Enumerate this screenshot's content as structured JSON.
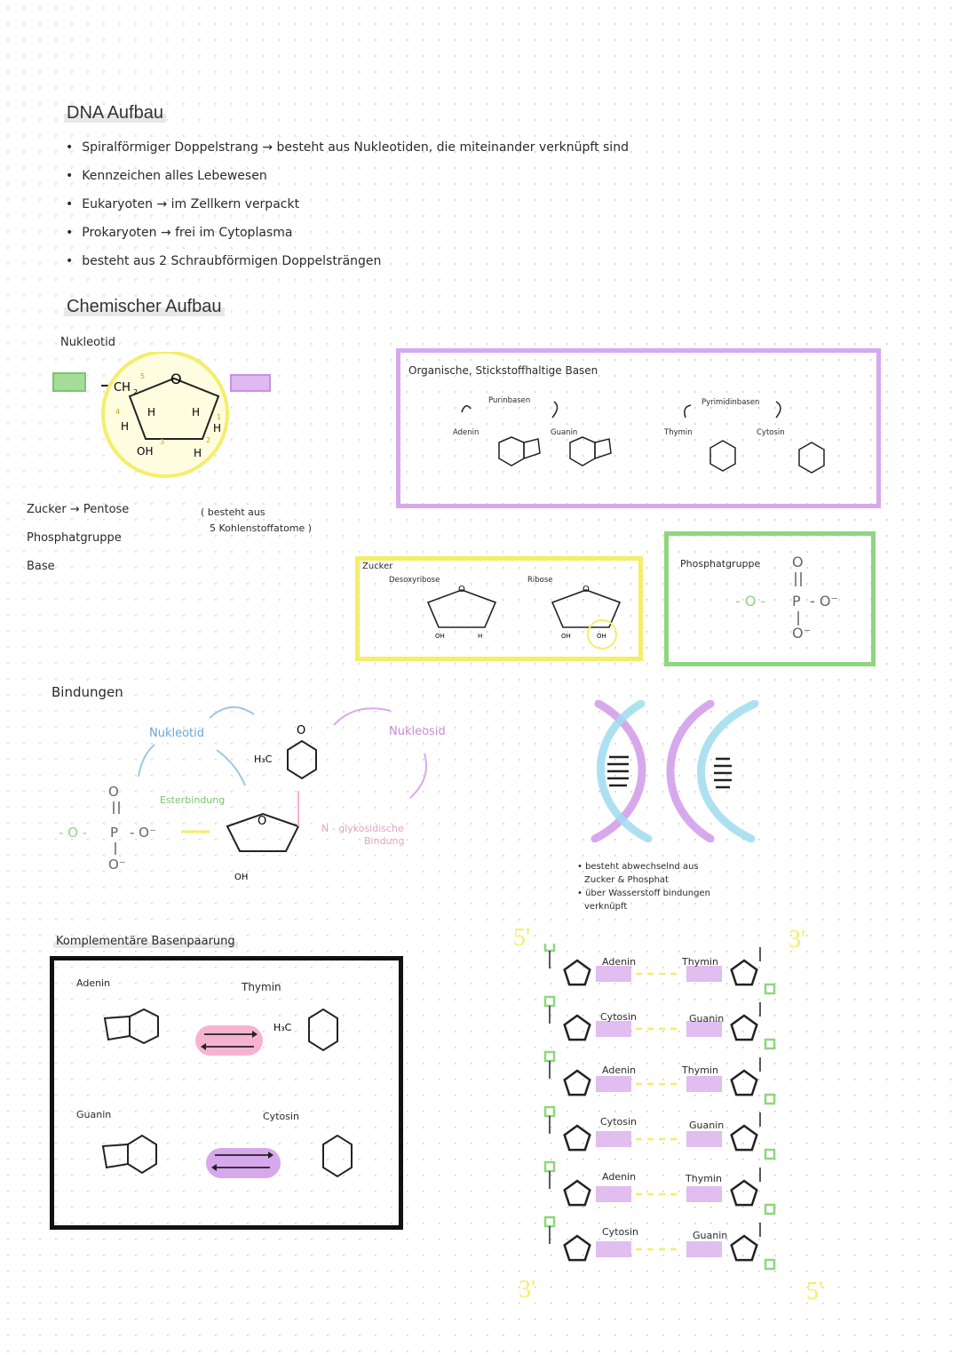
{
  "heading_dna": "DNA Aufbau",
  "bullets": [
    "Spiralförmiger Doppelstrang → besteht aus Nukleotiden, die miteinander verknüpft sind",
    "Kennzeichen alles Lebewesen",
    "Eukaryoten → im Zellkern verpackt",
    "Prokaryoten → frei im Cytoplasma",
    "besteht aus 2 Schraubförmigen Doppelsträngen"
  ],
  "heading_chem": "Chemischer Aufbau",
  "nukleotid_label": "Nukleotid",
  "nukleotid_parts": {
    "zucker": "Zucker → Pentose",
    "zucker_note_1": "( besteht aus",
    "zucker_note_2": "5 Kohlenstoffatome )",
    "phosphat": "Phosphatgruppe",
    "base": "Base"
  },
  "bases_box": {
    "title": "Organische, Stickstoffhaltige Basen",
    "purine": "Purinbasen",
    "pyrimidine": "Pyrimidinbasen",
    "adenin": "Adenin",
    "guanin": "Guanin",
    "thymin": "Thymin",
    "cytosin": "Cytosin"
  },
  "sugar_box": {
    "title": "Zucker",
    "desoxyribose": "Desoxyribose",
    "ribose": "Ribose"
  },
  "phosphate_box": {
    "title": "Phosphatgruppe"
  },
  "bindungen": {
    "heading": "Bindungen",
    "nukleotid": "Nukleotid",
    "nukleosid": "Nukleosid",
    "ester": "Esterbindung",
    "glyko_1": "N - glykosidische",
    "glyko_2": "Bindung"
  },
  "helix_notes": [
    "• besteht abwechselnd aus",
    "Zucker & Phosphat",
    "• über Wasserstoff bindungen",
    "verknüpft"
  ],
  "pairing": {
    "heading": "Komplementäre Basenpaarung",
    "adenin": "Adenin",
    "thymin": "Thymin",
    "guanin": "Guanin",
    "cytosin": "Cytosin"
  },
  "strand": {
    "top_left": "5'",
    "top_right": "3'",
    "bottom_left": "3'",
    "bottom_right": "5'",
    "rows": [
      {
        "left": "Adenin",
        "right": "Thymin"
      },
      {
        "left": "Cytosin",
        "right": "Guanin"
      },
      {
        "left": "Adenin",
        "right": "Thymin"
      },
      {
        "left": "Cytosin",
        "right": "Guanin"
      },
      {
        "left": "Adenin",
        "right": "Thymin"
      },
      {
        "left": "Cytosin",
        "right": "Guanin"
      }
    ]
  },
  "colors": {
    "phosphate": "#8fd67f",
    "base": "#d8a8ec",
    "sugar": "#f4ee6a",
    "pink": "#f6b3cf",
    "blue": "#9fdcf0"
  }
}
